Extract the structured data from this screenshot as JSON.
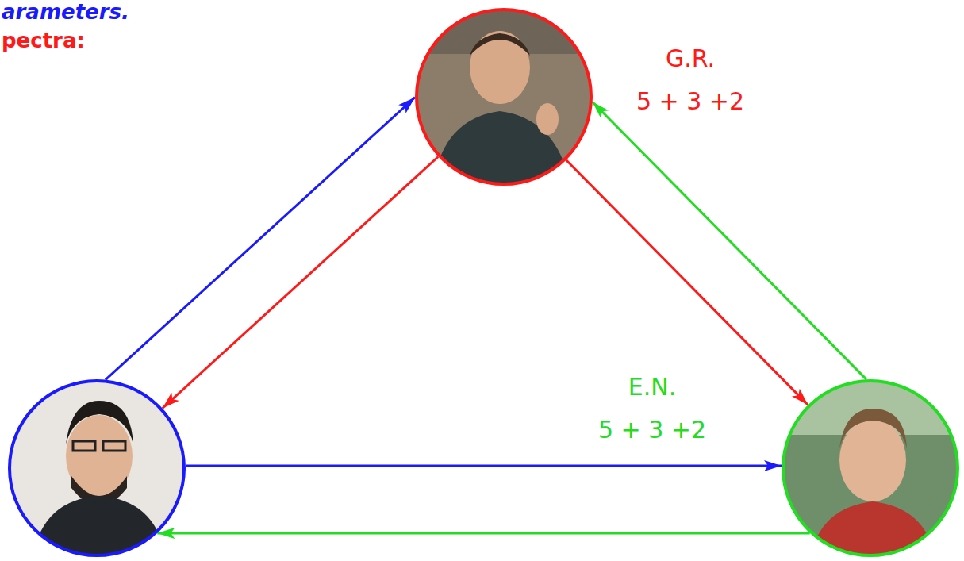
{
  "diagram": {
    "nodes": [
      {
        "text": [
          "G.R.",
          "5 + 3 +2"
        ]
      },
      {
        "text": []
      },
      {
        "text": [
          "E.N.",
          "5 + 3 +2"
        ]
      }
    ],
    "edges": [
      {
        "from": 1,
        "to": 0,
        "arrow": "to"
      },
      {
        "from": 0,
        "to": 1,
        "arrow": "to"
      },
      {
        "from": 0,
        "to": 2,
        "arrow": "to"
      },
      {
        "from": 2,
        "to": 0,
        "arrow": "to"
      },
      {
        "from": 1,
        "to": 2,
        "arrow": "to"
      },
      {
        "from": 2,
        "to": 1,
        "arrow": "to"
      }
    ],
    "labels": [
      "arameters.",
      "pectra:"
    ]
  }
}
